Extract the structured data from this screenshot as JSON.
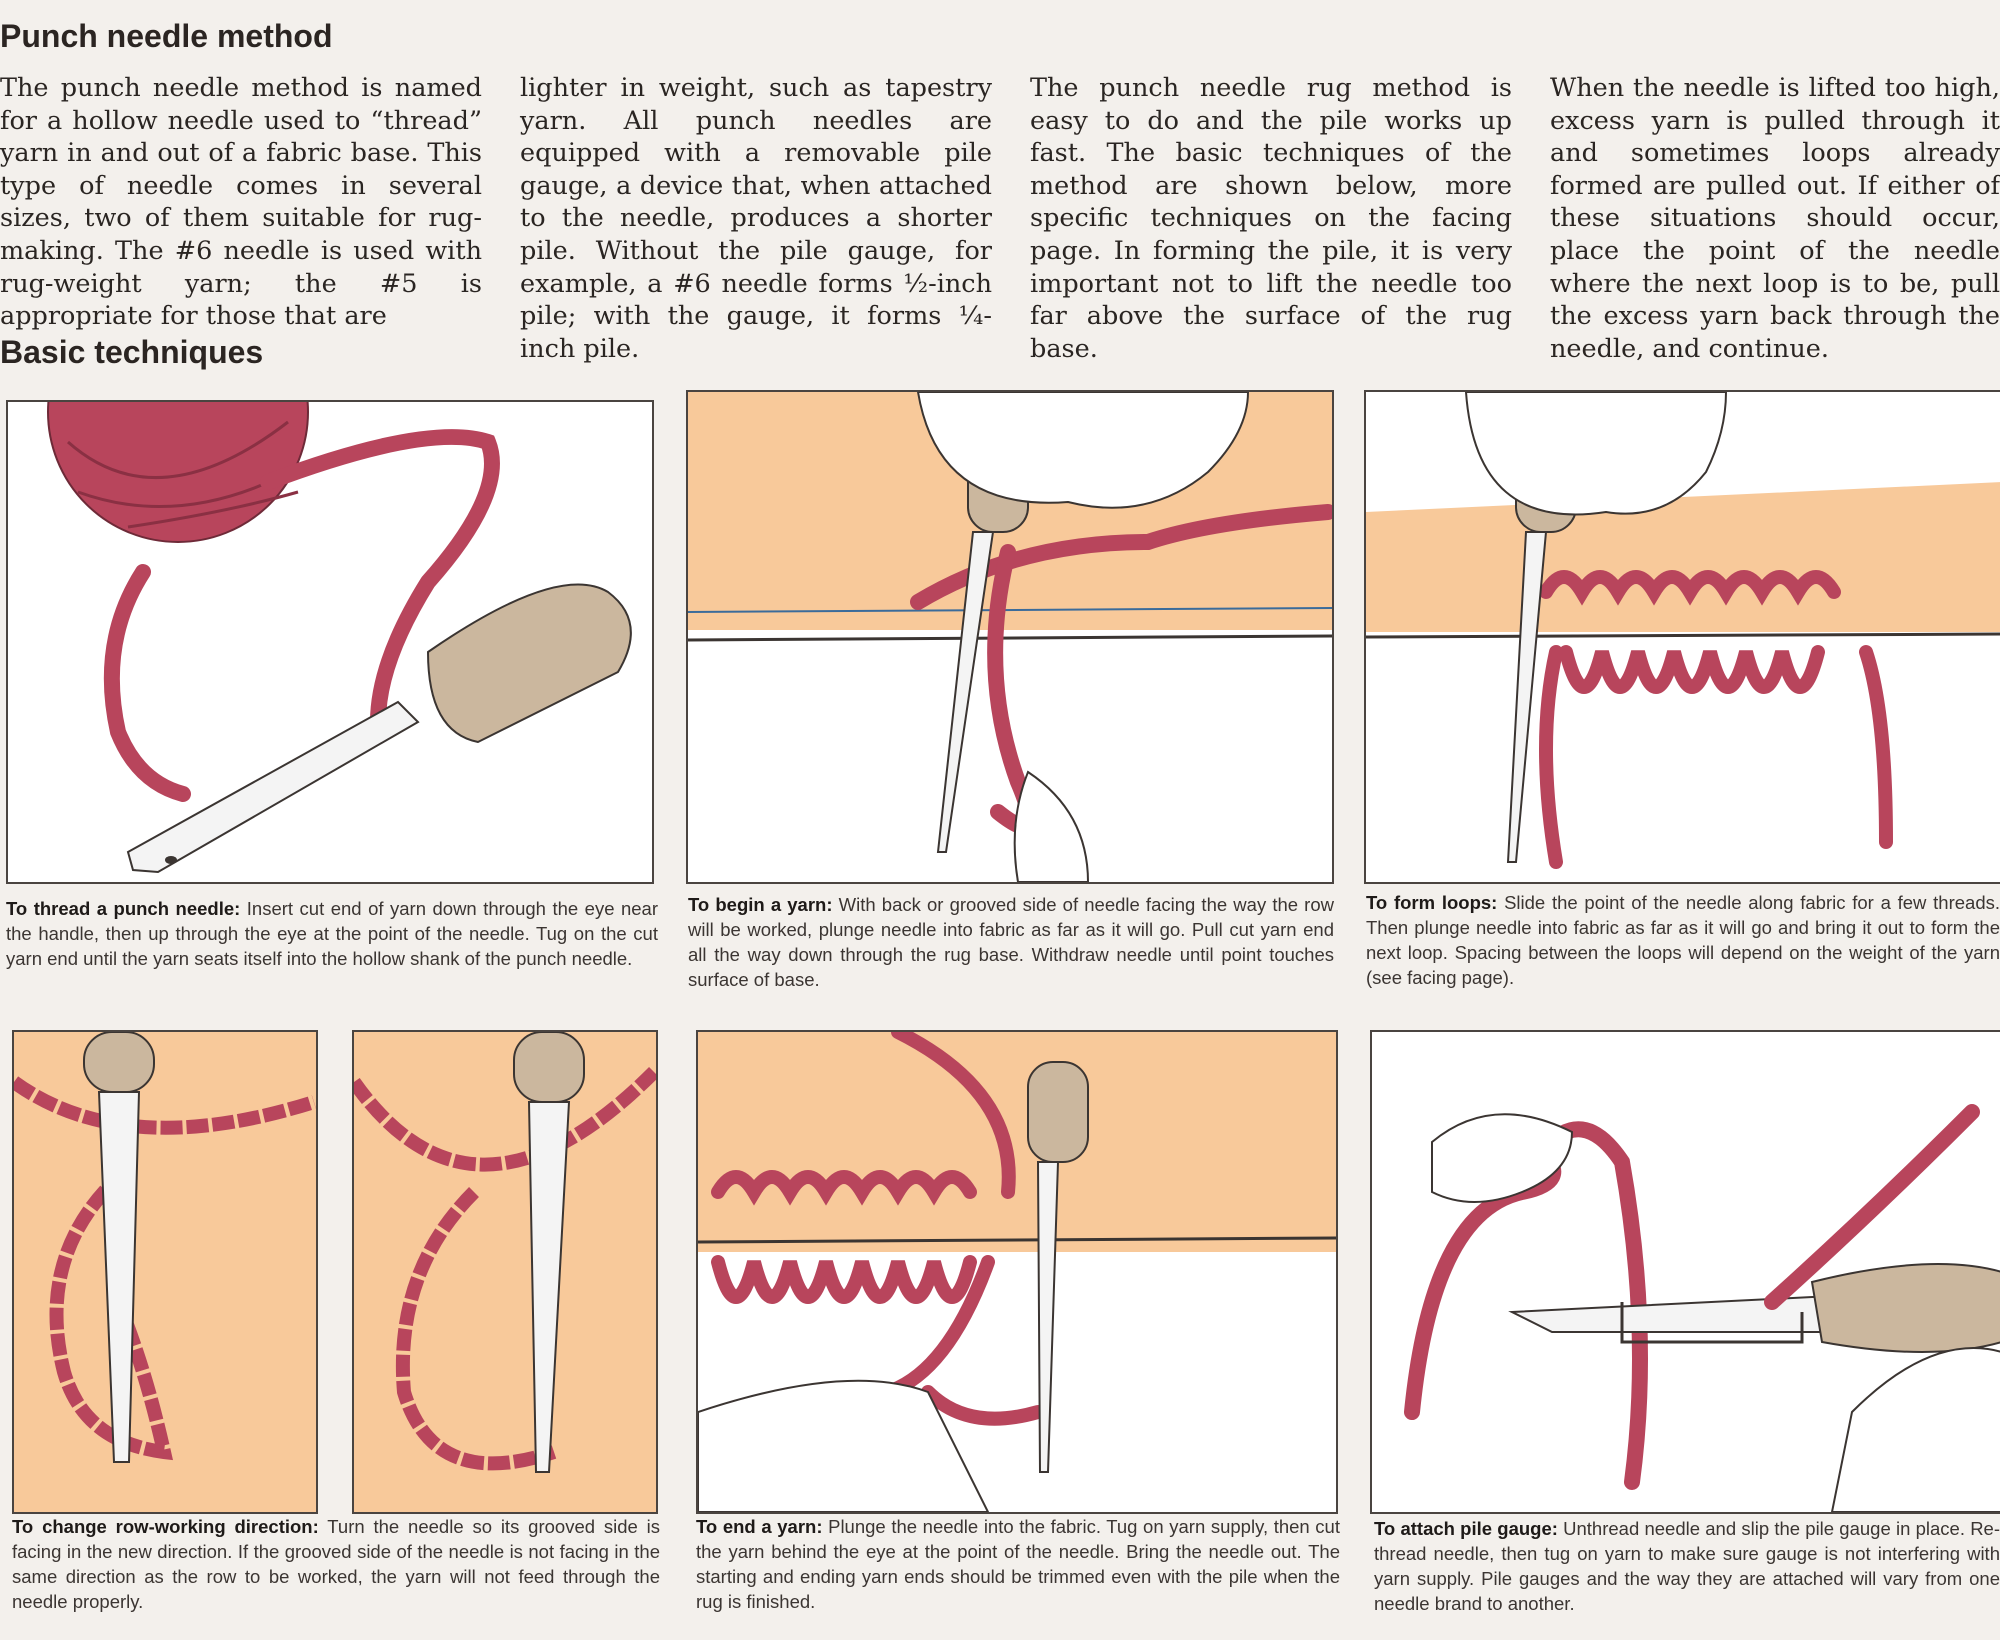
{
  "section1": {
    "title": "Punch needle method",
    "columns": [
      "The punch needle method is named for a hollow needle used to “thread” yarn in and out of a fabric base. This type of needle comes in several sizes, two of them suitable for rug-making. The #6 needle is used with rug-weight yarn; the #5 is appropriate for those that are",
      "lighter in weight, such as tapestry yarn. All punch needles are equipped with a removable pile gauge, a device that, when attached to the needle, produces a shorter pile. Without the pile gauge, for example, a #6 needle forms ½-inch pile; with the gauge, it forms ¼-inch pile.",
      "The punch needle rug method is easy to do and the pile works up fast. The basic techniques of the method are shown below, more specific techniques on the facing page. In forming the pile, it is very important not to lift the needle too far above the surface of the rug base.",
      "When the needle is lifted too high, excess yarn is pulled through it and sometimes loops already formed are pulled out. If either of these situations should occur, place the point of the needle where the next loop is to be, pull the excess yarn back through the needle, and continue."
    ]
  },
  "section2": {
    "title": "Basic techniques",
    "captions": [
      {
        "title": "To thread a punch needle:",
        "text": "Insert cut end of yarn down through the eye near the handle, then up through the eye at the point of the needle. Tug on the cut yarn end until the yarn seats itself into the hollow shank of the punch needle."
      },
      {
        "title": "To begin a yarn:",
        "text": "With back or grooved side of needle facing the way the row will be worked, plunge needle into fabric as far as it will go. Pull cut yarn end all the way down through the rug base. Withdraw needle until point touches surface of base."
      },
      {
        "title": "To form loops:",
        "text": "Slide the point of the needle along fabric for a few threads. Then plunge needle into fabric as far as it will go and bring it out to form the next loop. Spacing between the loops will depend on the weight of the yarn (see facing page)."
      },
      {
        "title": "To change row-working direction:",
        "text": "Turn the needle so its grooved side is facing in the new direction. If the grooved side of the needle is not facing in the same direction as the row to be worked, the yarn will not feed through the needle properly."
      },
      {
        "title": "To end a yarn:",
        "text": "Plunge the needle into the fabric. Tug on yarn supply, then cut the yarn behind the eye at the point of the needle. Bring the needle out. The starting and ending yarn ends should be trimmed even with the pile when the rug is finished."
      },
      {
        "title": "To attach pile gauge:",
        "text": "Unthread needle and slip the pile gauge in place. Re-thread needle, then tug on yarn to make sure gauge is not interfering with yarn supply. Pile gauges and the way they are attached will vary from one needle brand to another."
      }
    ]
  },
  "colors": {
    "fabric": "#f8c99a",
    "yarn": "#b8455c",
    "handle": "#cbb79e",
    "paper": "#f3f0ec"
  }
}
